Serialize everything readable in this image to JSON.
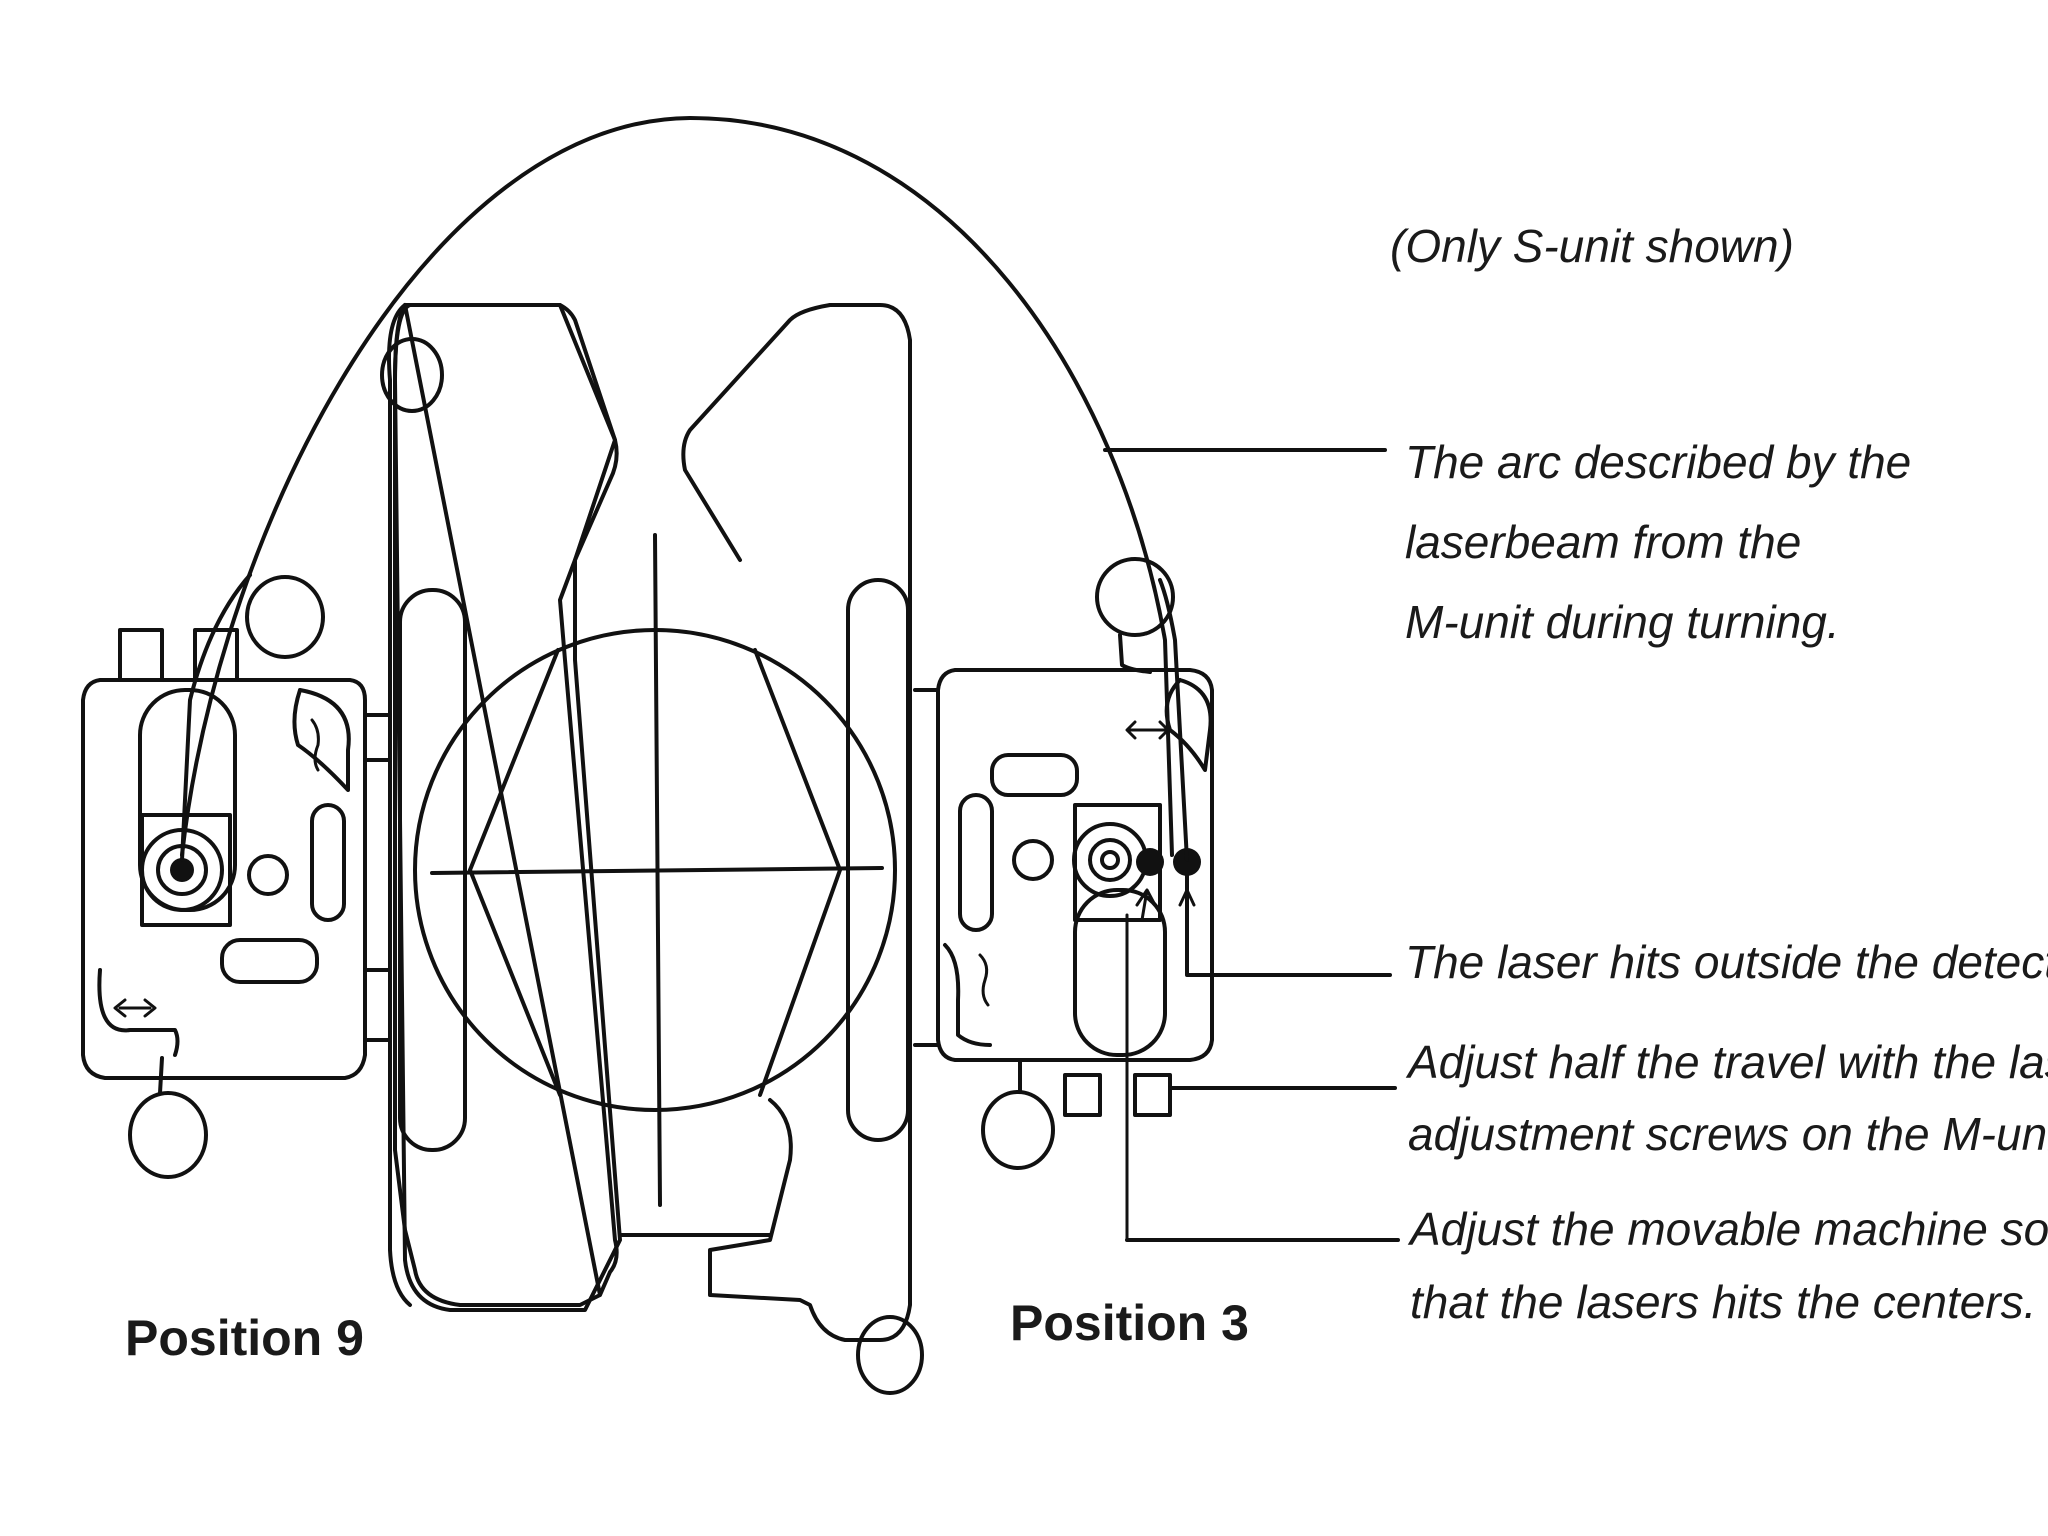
{
  "diagram": {
    "note_only_s_unit": "(Only S-unit shown)",
    "arc_annotation": [
      "The arc described by the",
      "laserbeam from the",
      "M-unit during turning."
    ],
    "laser_outside_annotation": "The laser hits outside the detector.",
    "adjust_half_annotation": [
      "Adjust half the travel with the laser-",
      "adjustment screws on the M-unit."
    ],
    "adjust_machine_annotation": [
      "Adjust the movable machine so",
      "that the lasers hits the centers."
    ],
    "position_left_label": "Position 9",
    "position_right_label": "Position 3"
  }
}
